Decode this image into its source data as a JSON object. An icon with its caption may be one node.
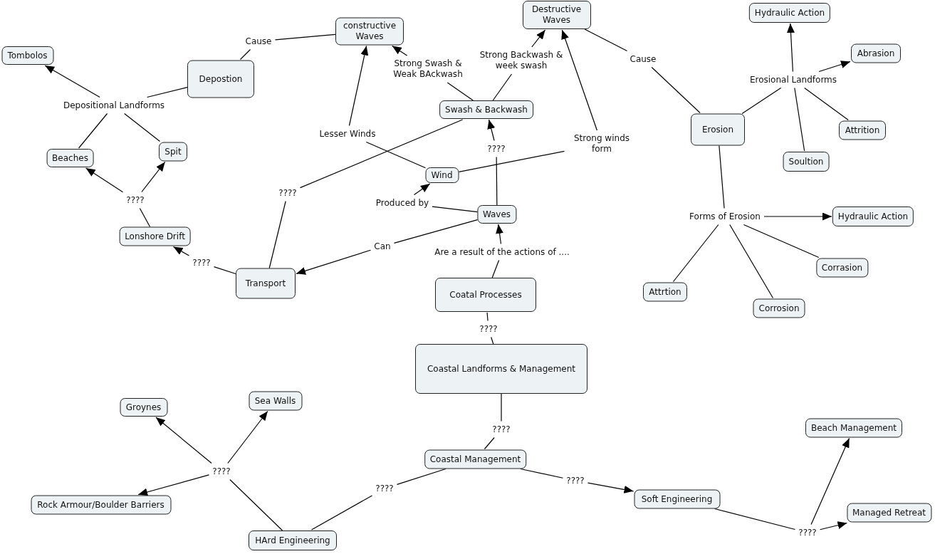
{
  "diagram": {
    "nodes": [
      {
        "text": [
          "Destructive Waves"
        ]
      },
      {
        "text": [
          "Hydraulic Action"
        ]
      },
      {
        "text": [
          "constructive Waves"
        ]
      },
      {
        "text": [
          "Tombolos"
        ]
      },
      {
        "text": [
          "Abrasion"
        ]
      },
      {
        "text": [
          "Depostion"
        ]
      },
      {
        "text": [
          "Swash & Backwash"
        ]
      },
      {
        "text": [
          "Erosion"
        ]
      },
      {
        "text": [
          "Attrition"
        ]
      },
      {
        "text": [
          "Beaches"
        ]
      },
      {
        "text": [
          "Spit"
        ]
      },
      {
        "text": [
          "Soultion"
        ]
      },
      {
        "text": [
          "Wind"
        ]
      },
      {
        "text": [
          "Waves"
        ]
      },
      {
        "text": [
          "Hydraulic Action"
        ]
      },
      {
        "text": [
          "Lonshore Drift"
        ]
      },
      {
        "text": [
          "Corrasion"
        ]
      },
      {
        "text": [
          "Transport"
        ]
      },
      {
        "text": [
          "Coatal Processes"
        ]
      },
      {
        "text": [
          "Attrtion"
        ]
      },
      {
        "text": [
          "Corrosion"
        ]
      },
      {
        "text": [
          "Coastal Landforms & Management"
        ]
      },
      {
        "text": [
          "Groynes"
        ]
      },
      {
        "text": [
          "Sea Walls"
        ]
      },
      {
        "text": [
          "Beach Management"
        ]
      },
      {
        "text": [
          "Coastal Management"
        ]
      },
      {
        "text": [
          "Rock Armour/Boulder Barriers"
        ]
      },
      {
        "text": [
          "Soft Engineering"
        ]
      },
      {
        "text": [
          "Managed Retreat"
        ]
      },
      {
        "text": [
          "HArd Engineering"
        ]
      },
      {
        "text": [
          "Cause"
        ]
      },
      {
        "text": [
          "Strong Backwash & week swash"
        ]
      },
      {
        "text": [
          "Cause"
        ]
      },
      {
        "text": [
          "Strong Swash & Weak BAckwash"
        ]
      },
      {
        "text": [
          "Erosional Landforms"
        ]
      },
      {
        "text": [
          "Depositional Landforms"
        ]
      },
      {
        "text": [
          "Lesser Winds"
        ]
      },
      {
        "text": [
          "Strong winds form"
        ]
      },
      {
        "text": [
          "????"
        ]
      },
      {
        "text": [
          "????"
        ]
      },
      {
        "text": [
          "????"
        ]
      },
      {
        "text": [
          "Produced by"
        ]
      },
      {
        "text": [
          "Forms of Erosion"
        ]
      },
      {
        "text": [
          "Can"
        ]
      },
      {
        "text": [
          "Are a result of the actions of ...."
        ]
      },
      {
        "text": [
          "????"
        ]
      },
      {
        "text": [
          "????"
        ]
      },
      {
        "text": [
          "????"
        ]
      },
      {
        "text": [
          "????"
        ]
      },
      {
        "text": [
          "????"
        ]
      },
      {
        "text": [
          "????"
        ]
      },
      {
        "text": [
          "????"
        ]
      }
    ],
    "edges": [
      {
        "from": 2,
        "to": 30,
        "arrow": "none"
      },
      {
        "from": 30,
        "to": 5,
        "arrow": "none"
      },
      {
        "from": 6,
        "to": 33,
        "arrow": "none"
      },
      {
        "from": 33,
        "to": 2,
        "arrow": "to"
      },
      {
        "from": 6,
        "to": 31,
        "arrow": "none"
      },
      {
        "from": 31,
        "to": 0,
        "arrow": "to"
      },
      {
        "from": 0,
        "to": 32,
        "arrow": "none"
      },
      {
        "from": 32,
        "to": 7,
        "arrow": "none"
      },
      {
        "from": 7,
        "to": 34,
        "arrow": "none"
      },
      {
        "from": 34,
        "to": 1,
        "arrow": "to"
      },
      {
        "from": 34,
        "to": 4,
        "arrow": "to"
      },
      {
        "from": 34,
        "to": 8,
        "arrow": "none"
      },
      {
        "from": 34,
        "to": 11,
        "arrow": "none"
      },
      {
        "from": 5,
        "to": 35,
        "arrow": "none"
      },
      {
        "from": 35,
        "to": 3,
        "arrow": "to"
      },
      {
        "from": 35,
        "to": 9,
        "arrow": "none"
      },
      {
        "from": 35,
        "to": 10,
        "arrow": "none"
      },
      {
        "from": 12,
        "to": 36,
        "arrow": "none"
      },
      {
        "from": 36,
        "to": 2,
        "arrow": "to"
      },
      {
        "from": 12,
        "to": 37,
        "arrow": "none"
      },
      {
        "from": 37,
        "to": 0,
        "arrow": "to"
      },
      {
        "from": 13,
        "to": 38,
        "arrow": "none"
      },
      {
        "from": 38,
        "to": 6,
        "arrow": "to"
      },
      {
        "from": 17,
        "to": 39,
        "arrow": "none"
      },
      {
        "from": 39,
        "to": 6,
        "arrow": "none"
      },
      {
        "from": 15,
        "to": 40,
        "arrow": "none"
      },
      {
        "from": 40,
        "to": 9,
        "arrow": "to"
      },
      {
        "from": 40,
        "to": 10,
        "arrow": "to"
      },
      {
        "from": 13,
        "to": 41,
        "arrow": "none"
      },
      {
        "from": 41,
        "to": 12,
        "arrow": "to"
      },
      {
        "from": 7,
        "to": 42,
        "arrow": "none"
      },
      {
        "from": 42,
        "to": 14,
        "arrow": "to"
      },
      {
        "from": 42,
        "to": 16,
        "arrow": "none"
      },
      {
        "from": 42,
        "to": 19,
        "arrow": "none"
      },
      {
        "from": 42,
        "to": 20,
        "arrow": "none"
      },
      {
        "from": 13,
        "to": 43,
        "arrow": "none"
      },
      {
        "from": 43,
        "to": 17,
        "arrow": "to"
      },
      {
        "from": 18,
        "to": 44,
        "arrow": "none"
      },
      {
        "from": 44,
        "to": 13,
        "arrow": "to"
      },
      {
        "from": 17,
        "to": 45,
        "arrow": "none"
      },
      {
        "from": 45,
        "to": 15,
        "arrow": "to"
      },
      {
        "from": 21,
        "to": 46,
        "arrow": "none"
      },
      {
        "from": 46,
        "to": 18,
        "arrow": "none"
      },
      {
        "from": 21,
        "to": 47,
        "arrow": "none"
      },
      {
        "from": 47,
        "to": 25,
        "arrow": "none"
      },
      {
        "from": 29,
        "to": 48,
        "arrow": "none"
      },
      {
        "from": 48,
        "to": 22,
        "arrow": "to"
      },
      {
        "from": 48,
        "to": 23,
        "arrow": "to"
      },
      {
        "from": 48,
        "to": 26,
        "arrow": "to"
      },
      {
        "from": 25,
        "to": 49,
        "arrow": "none"
      },
      {
        "from": 49,
        "to": 29,
        "arrow": "none"
      },
      {
        "from": 25,
        "to": 50,
        "arrow": "none"
      },
      {
        "from": 50,
        "to": 27,
        "arrow": "to"
      },
      {
        "from": 27,
        "to": 51,
        "arrow": "none"
      },
      {
        "from": 51,
        "to": 24,
        "arrow": "to"
      },
      {
        "from": 51,
        "to": 28,
        "arrow": "to"
      }
    ]
  }
}
